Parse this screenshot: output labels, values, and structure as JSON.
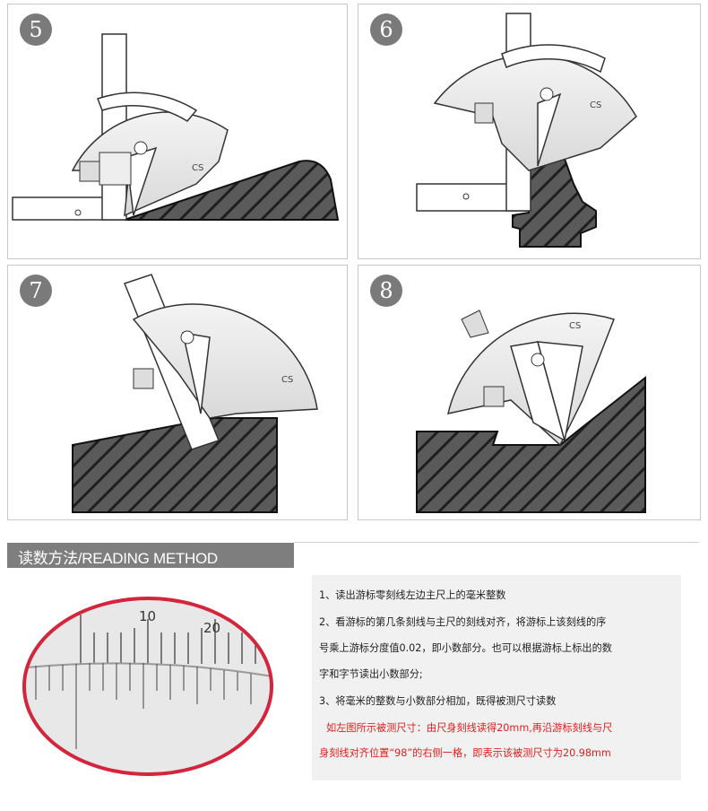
{
  "steps": [
    {
      "number": "5"
    },
    {
      "number": "6"
    },
    {
      "number": "7"
    },
    {
      "number": "8"
    }
  ],
  "protractor_logo": "CS",
  "section": {
    "title": "读数方法/READING METHOD"
  },
  "scale_labels": [
    "10",
    "20"
  ],
  "instructions": {
    "line1": "1、读出游标零刻线左边主尺上的毫米整数",
    "line2": "2、看游标的第几条刻线与主尺的刻线对齐，将游标上该刻线的序",
    "line3": "号乘上游标分度值0.02，即小数部分。也可以根据游标上标出的数",
    "line4": "字和字节读出小数部分;",
    "line5": "3、将毫米的整数与小数部分相加，既得被测尺寸读数",
    "line6": "如左图所示被测尺寸：由尺身刻线读得20mm,再沿游标刻线与尺",
    "line7": "身刻线对齐位置“98”的右侧一格，即表示该被测尺寸为20.98mm"
  },
  "colors": {
    "header_bg": "#7e7e7e",
    "step_badge": "#7a7a7a",
    "example_text": "#e01e1e",
    "zoom_border": "#d3253c",
    "instruction_bg": "#f1f1f1"
  }
}
